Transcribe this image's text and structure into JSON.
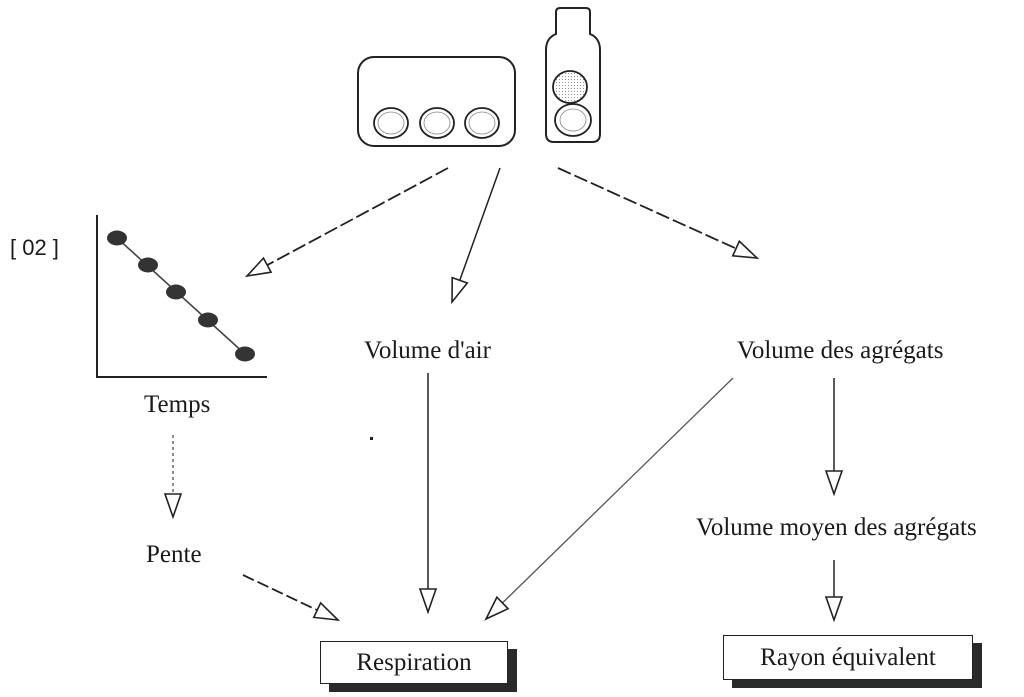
{
  "diagram": {
    "labels": {
      "o2_axis": "[ 02 ]",
      "temps": "Temps",
      "volume_air": "Volume d'air",
      "volume_agregats": "Volume des agrégats",
      "pente": "Pente",
      "volume_moyen": "Volume moyen des agrégats"
    },
    "boxes": {
      "respiration": "Respiration",
      "rayon": "Rayon équivalent"
    },
    "icons": [
      "container-icon",
      "bottle-icon",
      "o2-decline-graph-icon",
      "arrow-icon"
    ],
    "colors": {
      "ink": "#222222",
      "shadow": "#2a2a2a",
      "dot": "#333333"
    }
  }
}
